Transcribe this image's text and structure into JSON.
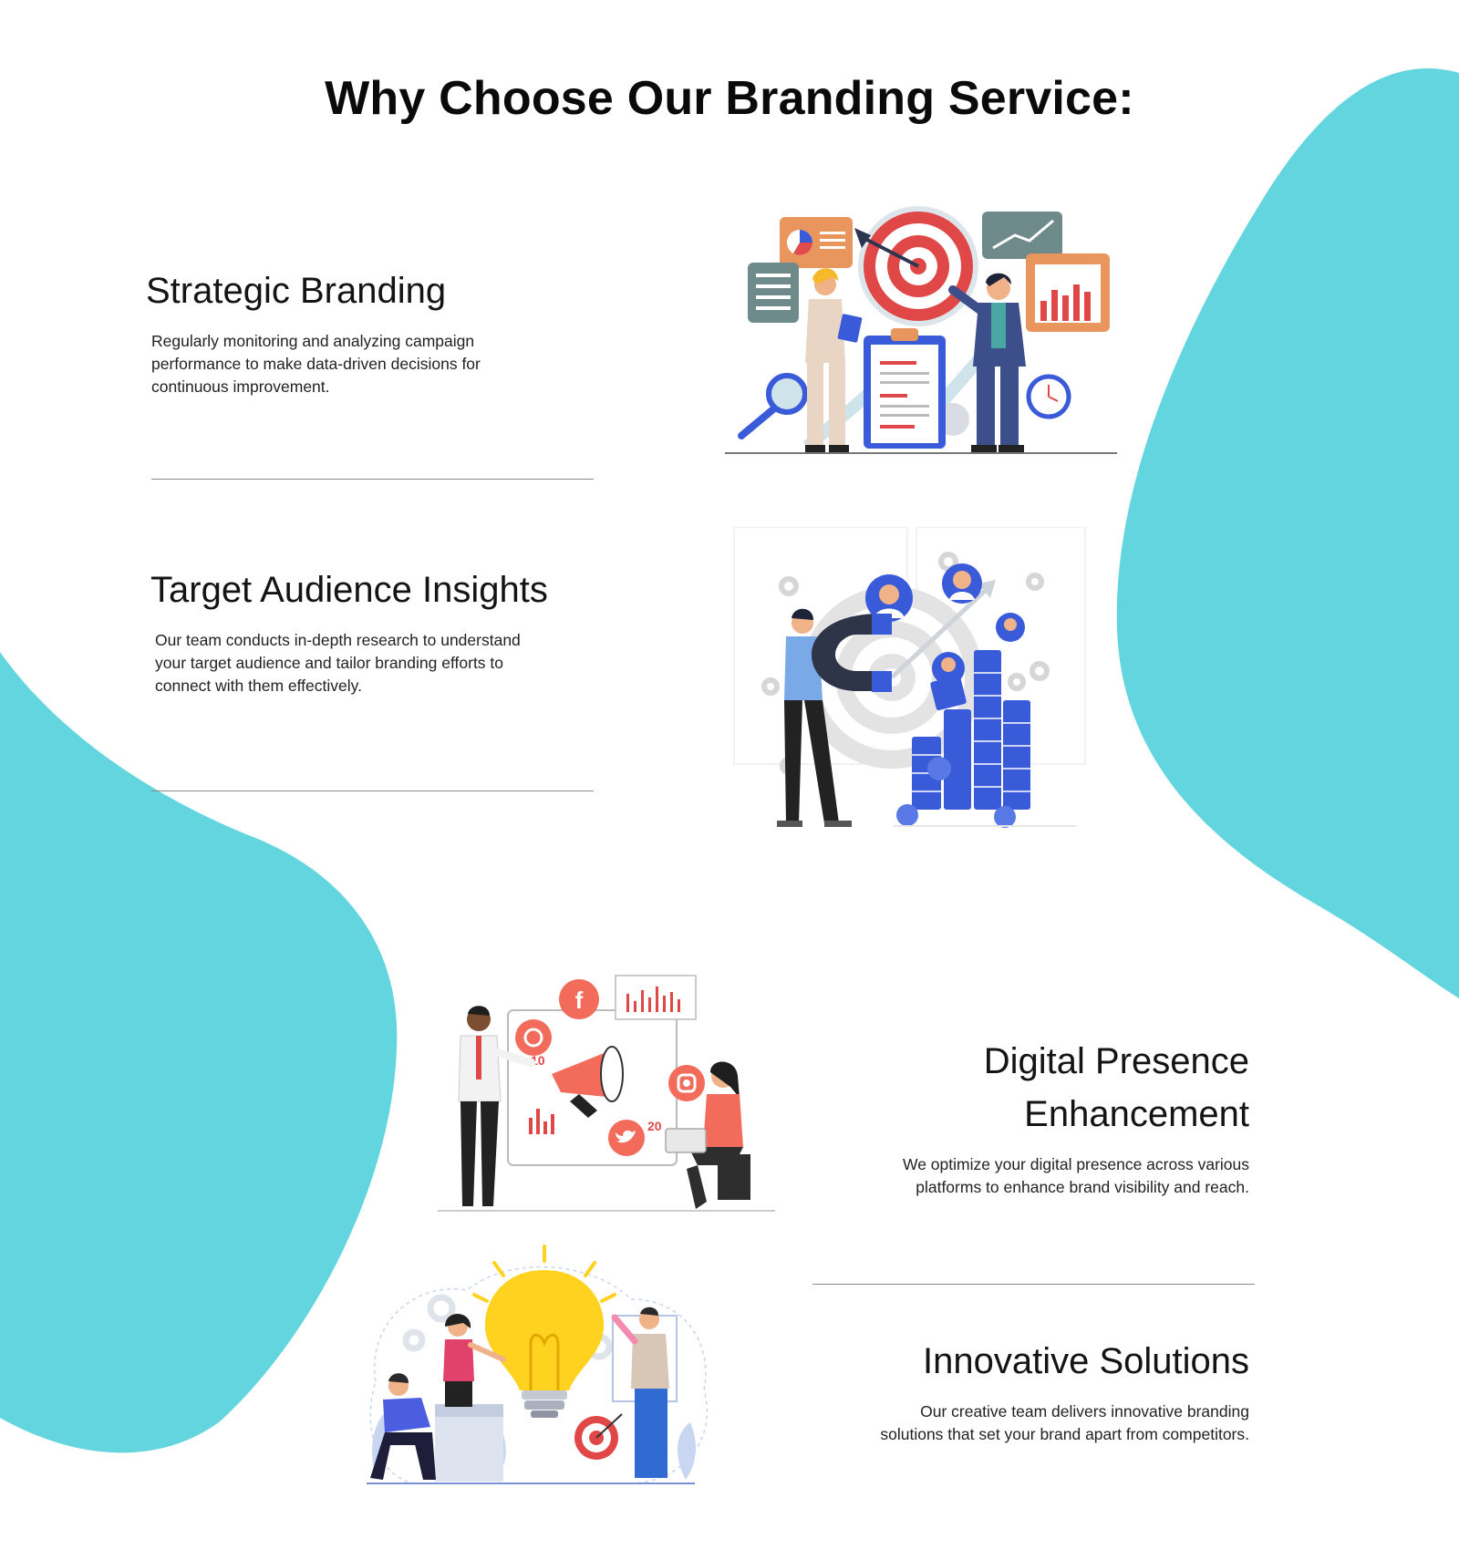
{
  "page": {
    "title": "Why Choose Our Branding Service:"
  },
  "colors": {
    "accent_blob": "#63d5de",
    "coral": "#f26b5b",
    "blue": "#3a5bd9",
    "yellow": "#ffd21f"
  },
  "features": [
    {
      "id": "strategic-branding",
      "title": "Strategic Branding",
      "description": "Regularly monitoring and analyzing campaign performance to make data-driven decisions for continuous improvement.",
      "illustration": "target-strategy-illustration"
    },
    {
      "id": "target-audience-insights",
      "title": "Target Audience Insights",
      "description": "Our team conducts in-depth research to understand your target audience and tailor branding efforts to connect with them effectively.",
      "illustration": "magnet-audience-illustration"
    },
    {
      "id": "digital-presence",
      "title_line1": "Digital Presence",
      "title_line2": "Enhancement",
      "description_line1": "We optimize your digital presence across various",
      "description_line2": "platforms to enhance brand visibility and reach.",
      "illustration": "megaphone-social-illustration",
      "social": {
        "facebook": "f",
        "count1": "10",
        "count2": "20"
      }
    },
    {
      "id": "innovative-solutions",
      "title": "Innovative Solutions",
      "description_line1": "Our creative team delivers innovative branding",
      "description_line2": "solutions that set your brand apart from competitors.",
      "illustration": "lightbulb-idea-illustration"
    }
  ]
}
